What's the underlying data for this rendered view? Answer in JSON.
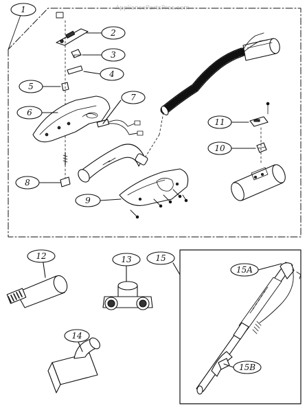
{
  "watermark": "AppliancePartsPros.com",
  "callouts": {
    "c1": "1",
    "c2": "2",
    "c3": "3",
    "c4": "4",
    "c5": "5",
    "c6": "6",
    "c7": "7",
    "c8": "8",
    "c9": "9",
    "c10": "10",
    "c11": "11",
    "c12": "12",
    "c13": "13",
    "c14": "14",
    "c15": "15",
    "c15a": "15A",
    "c15b": "15B"
  }
}
